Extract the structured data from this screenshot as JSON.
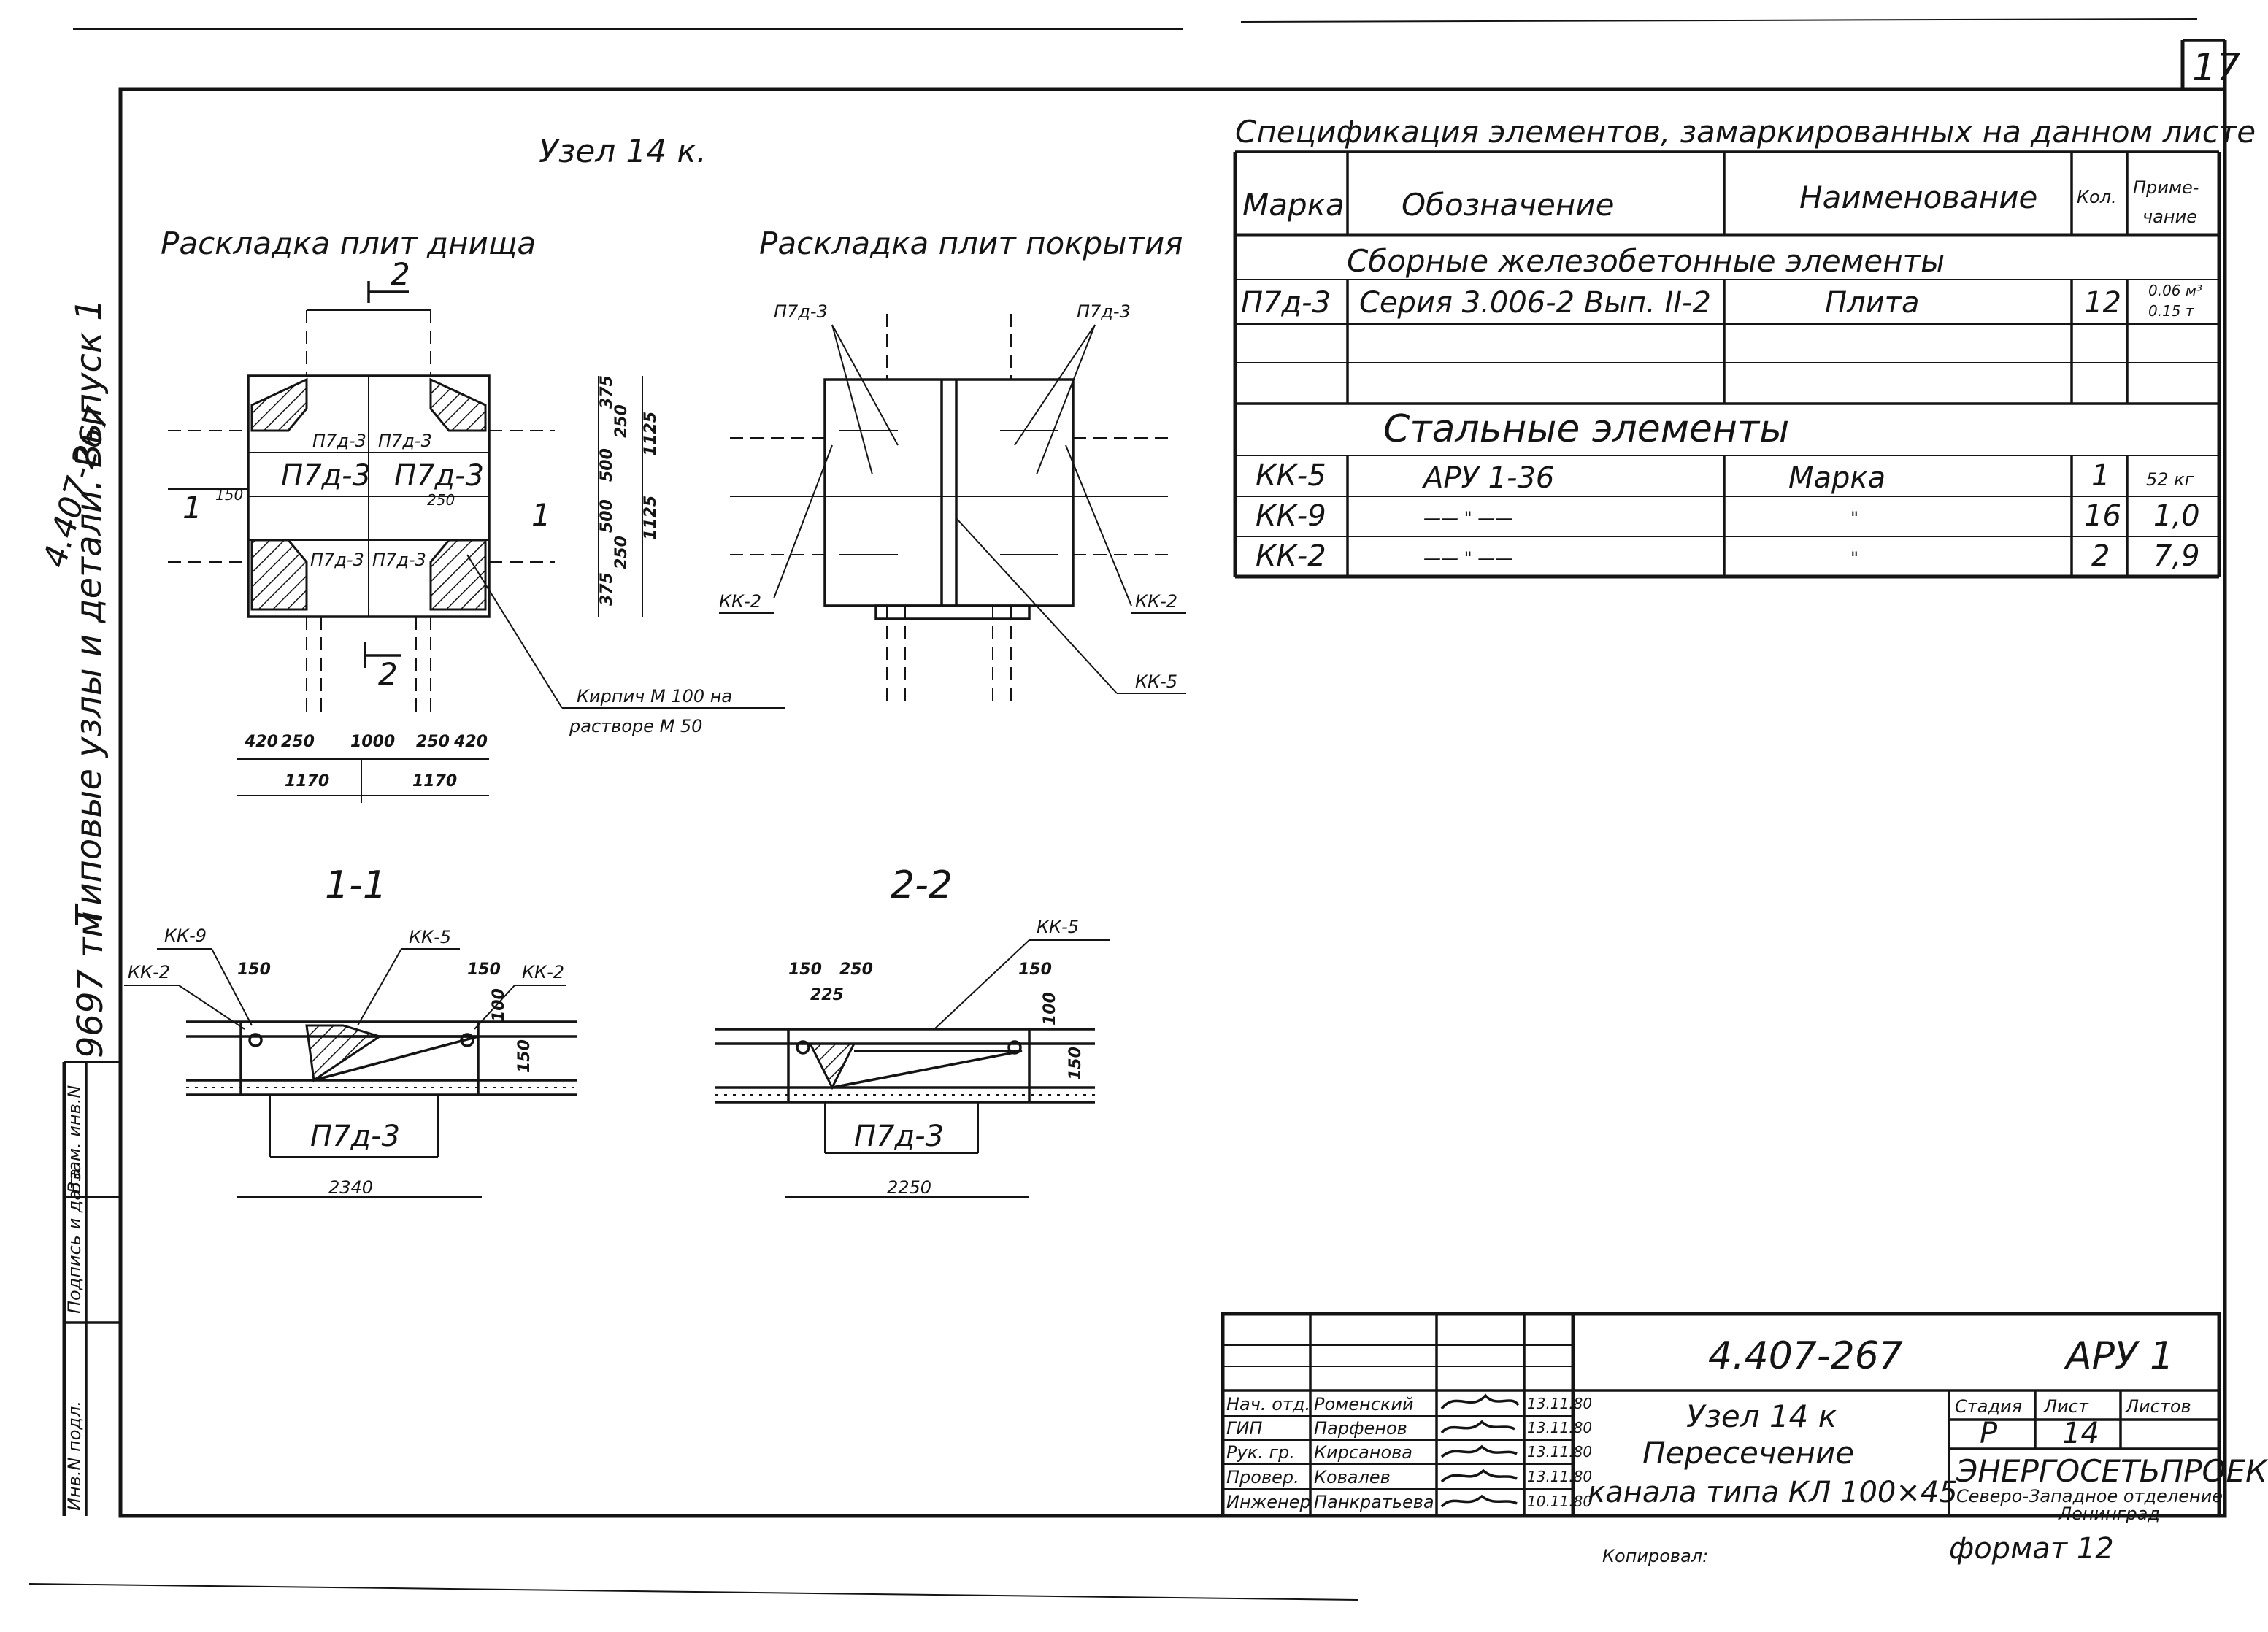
{
  "sheet": {
    "page_number": "17",
    "side_strip": {
      "series_title": "Типовые узлы и детали. Выпуск 1",
      "doc_code": "4.407-267",
      "archive_number": "9697 тм",
      "labels": [
        "Инв.N подл.",
        "Подпись и дата",
        "Взам. инв.N"
      ]
    },
    "node_title": "Узел 14 к.",
    "views": {
      "bottom_layout": {
        "title": "Раскладка плит днища",
        "section_mark": "2",
        "plate_labels": [
          "П7д-3",
          "П7д-3",
          "П7д-3",
          "П7д-3",
          "П7д-3",
          "П7д-3"
        ],
        "dims_right": [
          "375",
          "250",
          "500",
          "500",
          "250",
          "375"
        ],
        "dims_right_total": [
          "1125",
          "1125"
        ],
        "dims_left": [
          "150"
        ],
        "dim_inner": "250",
        "section_1": "1",
        "dims_bottom": [
          "420",
          "250",
          "1000",
          "250",
          "420"
        ],
        "dims_bottom_total": [
          "1170",
          "1170"
        ],
        "brick_note": [
          "Кирпич М 100 на",
          "растворе М 50"
        ]
      },
      "cover_layout": {
        "title": "Раскладка плит покрытия",
        "plate_labels": [
          "П7д-3",
          "П7д-3"
        ],
        "callouts": [
          "КК-2",
          "КК-2",
          "КК-5"
        ]
      },
      "section_1_1": {
        "title": "1-1",
        "callouts": [
          "КК-9",
          "КК-2",
          "КК-5",
          "КК-2"
        ],
        "dims": [
          "150",
          "150",
          "100",
          "150"
        ],
        "plate_label": "П7д-3",
        "width": "2340"
      },
      "section_2_2": {
        "title": "2-2",
        "callouts": [
          "КК-5"
        ],
        "dims": [
          "150",
          "250",
          "225",
          "150",
          "100",
          "150"
        ],
        "plate_label": "П7д-3",
        "width": "2250"
      }
    },
    "spec": {
      "title": "Спецификация элементов, замаркированных на данном листе",
      "headers": {
        "mark": "Марка",
        "designation": "Обозначение",
        "name": "Наименование",
        "qty": "Кол.",
        "note_line1": "Приме-",
        "note_line2": "чание"
      },
      "group1": "Сборные железобетонные элементы",
      "group1_rows": [
        {
          "mark": "П7д-3",
          "designation": "Серия 3.006-2 Вып. II-2",
          "name": "Плита",
          "qty": "12",
          "note_line1": "0.06 м³",
          "note_line2": "0.15 т"
        }
      ],
      "group2": "Стальные элементы",
      "group2_rows": [
        {
          "mark": "КК-5",
          "designation": "АРУ 1-36",
          "name": "Марка",
          "qty": "1",
          "note": "52 кг"
        },
        {
          "mark": "КК-9",
          "designation": "—— \" ——",
          "name": "\"",
          "qty": "16",
          "note": "1,0"
        },
        {
          "mark": "КК-2",
          "designation": "—— \" ——",
          "name": "\"",
          "qty": "2",
          "note": "7,9"
        }
      ]
    },
    "title_block": {
      "doc_code": "4.407-267",
      "sheet_code": "АРУ 1",
      "staff": [
        {
          "role": "Нач. отд.",
          "name": "Роменский",
          "date": "13.11.80"
        },
        {
          "role": "ГИП",
          "name": "Парфенов",
          "date": "13.11.80"
        },
        {
          "role": "Рук. гр.",
          "name": "Кирсанова",
          "date": "13.11.80"
        },
        {
          "role": "Провер.",
          "name": "Ковалев",
          "date": "13.11.80"
        },
        {
          "role": "Инженер",
          "name": "Панкратьева",
          "date": "10.11.80"
        }
      ],
      "title_line1": "Узел 14 к",
      "title_line2": "Пересечение",
      "title_line3": "канала типа КЛ 100×45",
      "stage_label": "Стадия",
      "sheet_label": "Лист",
      "sheets_label": "Листов",
      "stage": "Р",
      "sheet": "14",
      "org_line1": "ЭНЕРГОСЕТЬПРОЕКТ",
      "org_line2": "Северо-Западное отделение",
      "org_line3": "Ленинград",
      "copied_by": "Копировал:",
      "format": "формат 12"
    }
  }
}
